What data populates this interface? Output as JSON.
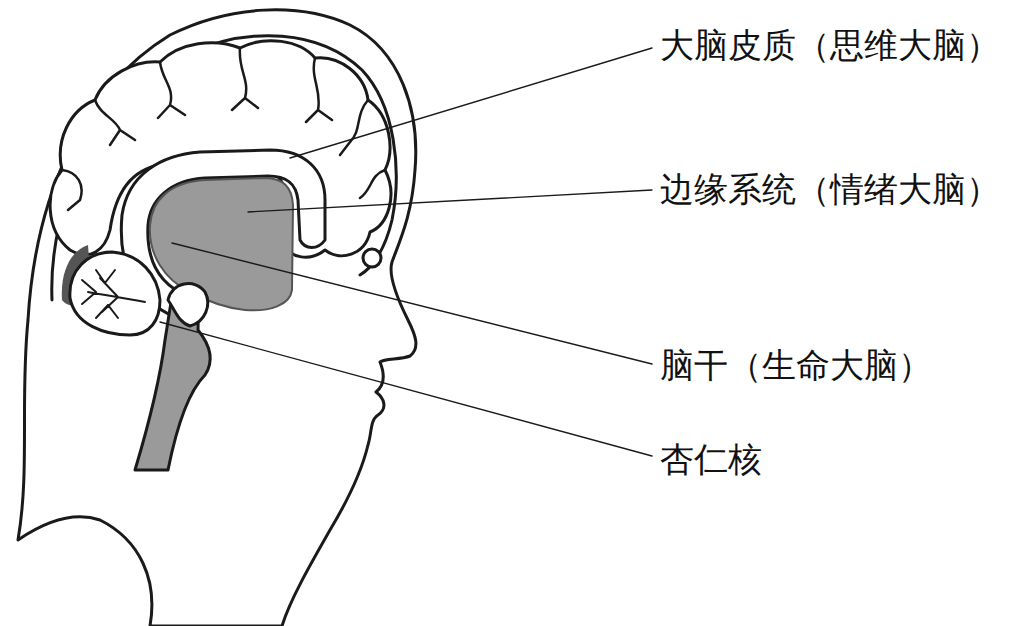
{
  "diagram": {
    "labels": [
      "大脑皮质（思维大脑）",
      "边缘系统（情绪大脑）",
      "脑干（生命大脑）",
      "杏仁核"
    ]
  }
}
